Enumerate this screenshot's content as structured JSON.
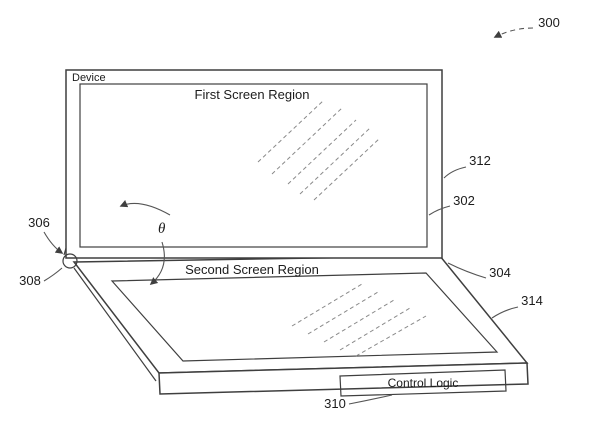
{
  "labels": {
    "device": "Device",
    "first_screen": "First Screen Region",
    "second_screen": "Second Screen Region",
    "control_logic": "Control Logic",
    "theta": "θ"
  },
  "refs": {
    "r300": "300",
    "r302": "302",
    "r304": "304",
    "r306": "306",
    "r308": "308",
    "r310": "310",
    "r312": "312",
    "r314": "314"
  },
  "colors": {
    "line": "#3f3f3f",
    "leader": "#555555",
    "background": "#ffffff"
  }
}
